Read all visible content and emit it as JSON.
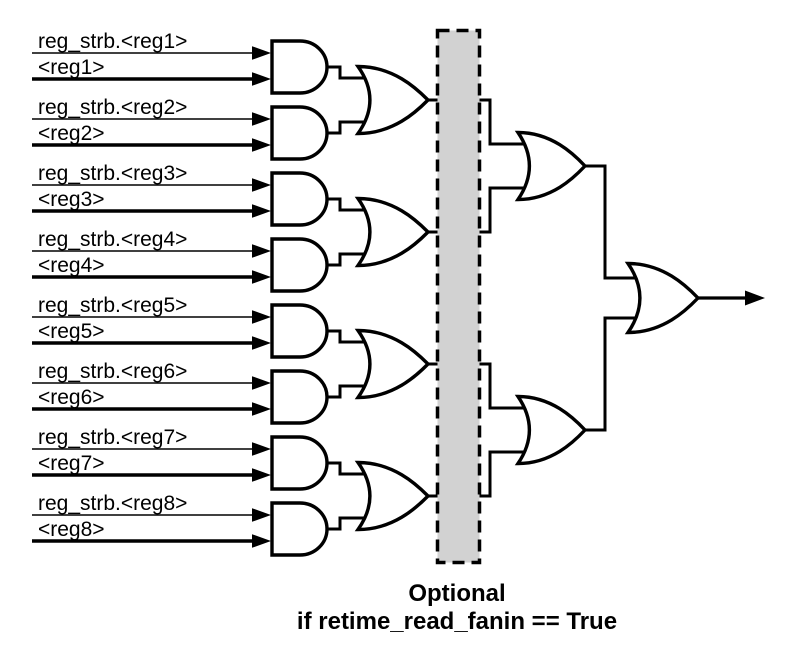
{
  "diagram": {
    "inputs": [
      {
        "strobe": "reg_strb.<reg1>",
        "value": "<reg1>"
      },
      {
        "strobe": "reg_strb.<reg2>",
        "value": "<reg2>"
      },
      {
        "strobe": "reg_strb.<reg3>",
        "value": "<reg3>"
      },
      {
        "strobe": "reg_strb.<reg4>",
        "value": "<reg4>"
      },
      {
        "strobe": "reg_strb.<reg5>",
        "value": "<reg5>"
      },
      {
        "strobe": "reg_strb.<reg6>",
        "value": "<reg6>"
      },
      {
        "strobe": "reg_strb.<reg7>",
        "value": "<reg7>"
      },
      {
        "strobe": "reg_strb.<reg8>",
        "value": "<reg8>"
      }
    ],
    "caption": {
      "line1": "Optional",
      "line2": "if retime_read_fanin == True"
    },
    "gates": {
      "and_stage_count": 8,
      "or_stage2_count": 4,
      "or_stage3_count": 2,
      "or_final_count": 1
    },
    "colors": {
      "stroke": "#000000",
      "gate_fill": "#ffffff",
      "optional_box_fill": "#d2d2d2",
      "background": "#ffffff",
      "text": "#000000"
    }
  }
}
